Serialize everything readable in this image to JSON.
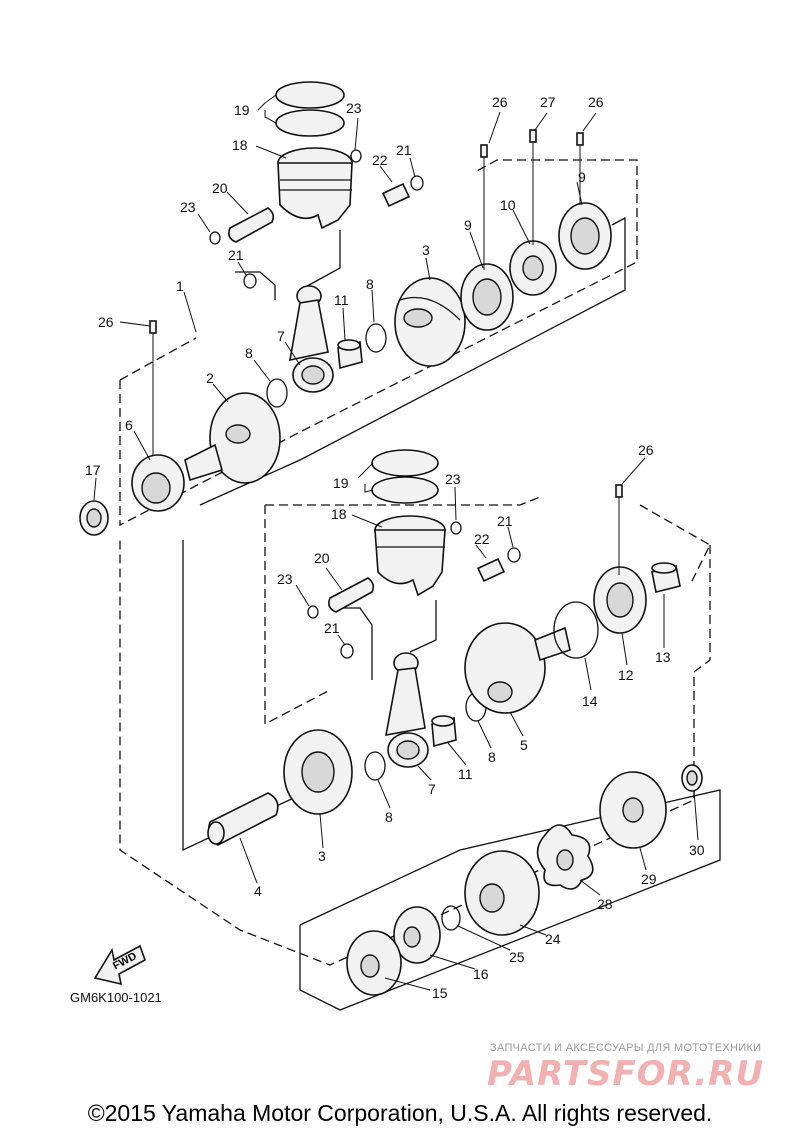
{
  "diagram": {
    "code": "GM6K100-1021",
    "copyright": "©2015 Yamaha Motor Corporation, U.S.A. All rights reserved.",
    "fwd_label": "FWD",
    "watermark": {
      "tagline": "ЗАПЧАСТИ И АКСЕССУАРЫ ДЛЯ МОТОТЕХНИКИ",
      "brand": "PARTSFOR.RU"
    },
    "callouts": [
      {
        "id": "c19a",
        "text": "19"
      },
      {
        "id": "c23a",
        "text": "23"
      },
      {
        "id": "c26a",
        "text": "26"
      },
      {
        "id": "c27",
        "text": "27"
      },
      {
        "id": "c26b",
        "text": "26"
      },
      {
        "id": "c18a",
        "text": "18"
      },
      {
        "id": "c22a",
        "text": "22"
      },
      {
        "id": "c21a",
        "text": "21"
      },
      {
        "id": "c20a",
        "text": "20"
      },
      {
        "id": "c9a",
        "text": "9"
      },
      {
        "id": "c9b",
        "text": "9"
      },
      {
        "id": "c10",
        "text": "10"
      },
      {
        "id": "c23b",
        "text": "23"
      },
      {
        "id": "c21b",
        "text": "21"
      },
      {
        "id": "c3a",
        "text": "3"
      },
      {
        "id": "c1",
        "text": "1"
      },
      {
        "id": "c8a",
        "text": "8"
      },
      {
        "id": "c11a",
        "text": "11"
      },
      {
        "id": "c26c",
        "text": "26"
      },
      {
        "id": "c7a",
        "text": "7"
      },
      {
        "id": "c8b",
        "text": "8"
      },
      {
        "id": "c2",
        "text": "2"
      },
      {
        "id": "c6",
        "text": "6"
      },
      {
        "id": "c17",
        "text": "17"
      },
      {
        "id": "c26d",
        "text": "26"
      },
      {
        "id": "c19b",
        "text": "19"
      },
      {
        "id": "c23c",
        "text": "23"
      },
      {
        "id": "c18b",
        "text": "18"
      },
      {
        "id": "c21c",
        "text": "21"
      },
      {
        "id": "c22b",
        "text": "22"
      },
      {
        "id": "c20b",
        "text": "20"
      },
      {
        "id": "c23d",
        "text": "23"
      },
      {
        "id": "c21d",
        "text": "21"
      },
      {
        "id": "c13",
        "text": "13"
      },
      {
        "id": "c12",
        "text": "12"
      },
      {
        "id": "c14",
        "text": "14"
      },
      {
        "id": "c5",
        "text": "5"
      },
      {
        "id": "c8c",
        "text": "8"
      },
      {
        "id": "c11b",
        "text": "11"
      },
      {
        "id": "c7b",
        "text": "7"
      },
      {
        "id": "c8d",
        "text": "8"
      },
      {
        "id": "c3b",
        "text": "3"
      },
      {
        "id": "c4",
        "text": "4"
      },
      {
        "id": "c30",
        "text": "30"
      },
      {
        "id": "c29",
        "text": "29"
      },
      {
        "id": "c28",
        "text": "28"
      },
      {
        "id": "c24",
        "text": "24"
      },
      {
        "id": "c25",
        "text": "25"
      },
      {
        "id": "c16",
        "text": "16"
      },
      {
        "id": "c15",
        "text": "15"
      }
    ]
  }
}
